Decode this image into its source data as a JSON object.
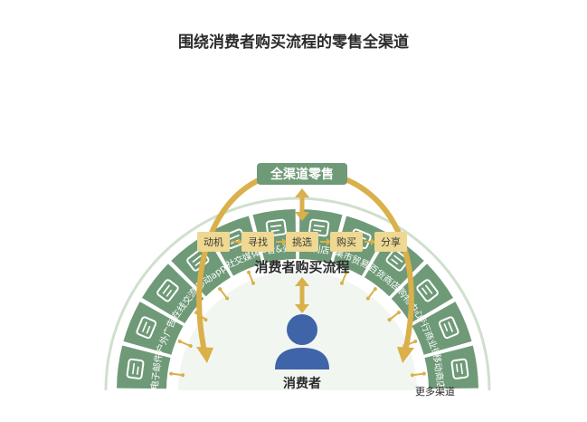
{
  "title": "围绕消费者购买流程的零售全渠道",
  "hub": "全渠道零售",
  "process_title": "消费者购买流程",
  "steps": [
    "动机",
    "寻找",
    "挑选",
    "购买",
    "分享"
  ],
  "consumer": "消费者",
  "more": "更多渠道",
  "channels": [
    {
      "label": "电子邮件",
      "icon": "envelope-icon"
    },
    {
      "label": "户外广告",
      "icon": "billboard-icon"
    },
    {
      "label": "在线交流",
      "icon": "chat-bubbles-icon"
    },
    {
      "label": "移动app",
      "icon": "tablet-icon"
    },
    {
      "label": "社交媒体",
      "icon": "people-icon"
    },
    {
      "label": "声音&姿势",
      "icon": "speaker-icon"
    },
    {
      "label": "便利店",
      "icon": "storefront-icon"
    },
    {
      "label": "集市贸易",
      "icon": "basket-icon"
    },
    {
      "label": "百货商店",
      "icon": "department-store-icon"
    },
    {
      "label": "购物中心",
      "icon": "shopping-cart-icon"
    },
    {
      "label": "步行商业街",
      "icon": "walking-person-icon"
    },
    {
      "label": "移动商店",
      "icon": "mobile-shop-icon"
    }
  ],
  "colors": {
    "green": "#6f9a78",
    "light_green": "#e2ebe1",
    "gold": "#d9b04a",
    "step_bg": "#eed892",
    "step_text": "#3a3a3a",
    "person": "#3f64a8"
  }
}
